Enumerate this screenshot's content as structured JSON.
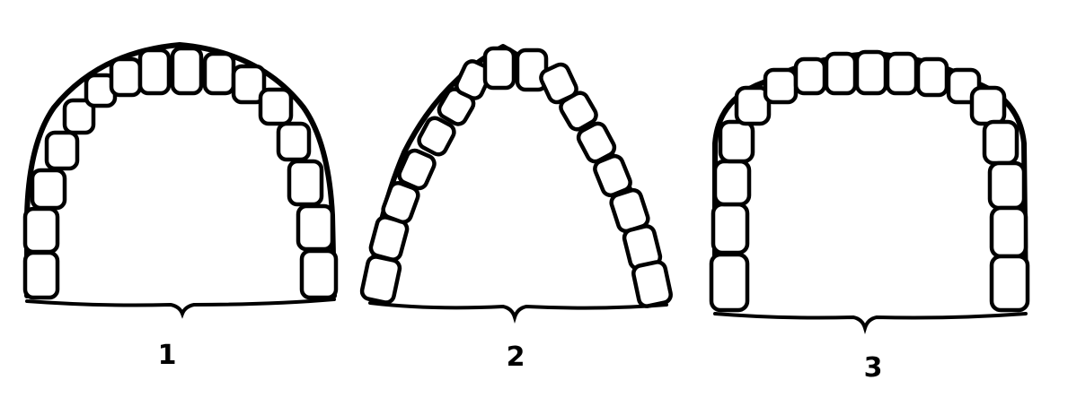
{
  "figure": {
    "arches": [
      {
        "label": "1",
        "shape": "rounded U"
      },
      {
        "label": "2",
        "shape": "tapered V"
      },
      {
        "label": "3",
        "shape": "square"
      }
    ],
    "stroke_color": "#000000",
    "background_color": "#ffffff"
  }
}
